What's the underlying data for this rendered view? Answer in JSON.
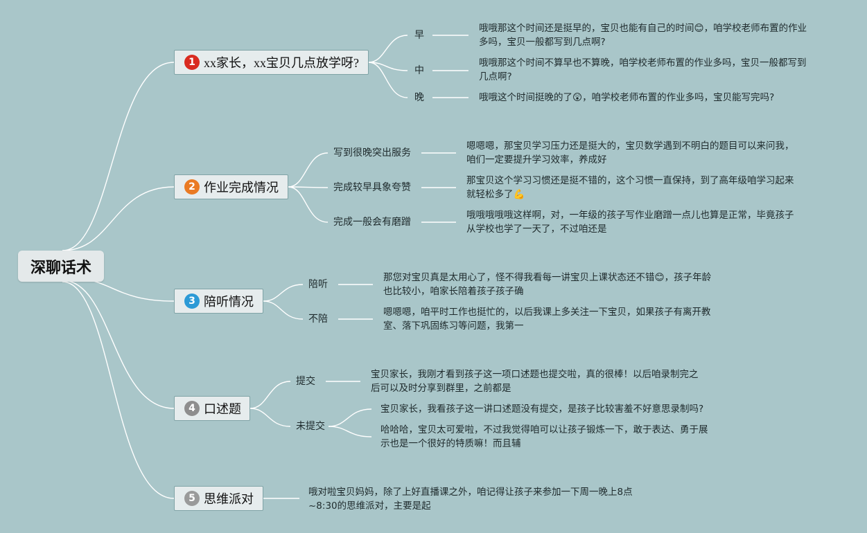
{
  "root": {
    "label": "深聊话术"
  },
  "colors": {
    "background": "#a9c6c9",
    "line": "#ffffff",
    "badge1": "#d92b20",
    "badge2": "#ea7a23",
    "badge3": "#2c9ad6",
    "badge4": "#8e8e8e",
    "badge5": "#9a9a9a"
  },
  "topics": [
    {
      "number": "1",
      "label": "xx家长，xx宝贝几点放学呀?",
      "children": [
        {
          "label": "早",
          "text": [
            "哦哦那这个时间还是挺早的，宝贝也能有自己的时间😊，咱学校老师布置的作业",
            "多吗，宝贝一般都写到几点啊?"
          ]
        },
        {
          "label": "中",
          "text": [
            "哦哦那这个时间不算早也不算晚，咱学校老师布置的作业多吗，宝贝一般都写到",
            "几点啊?"
          ]
        },
        {
          "label": "晚",
          "text": [
            "哦哦这个时间挺晚的了😲，咱学校老师布置的作业多吗，宝贝能写完吗?"
          ]
        }
      ]
    },
    {
      "number": "2",
      "label": "作业完成情况",
      "children": [
        {
          "label": "写到很晚突出服务",
          "text": [
            "嗯嗯嗯，那宝贝学习压力还是挺大的，宝贝数学遇到不明白的题目可以来问我，",
            "咱们一定要提升学习效率，养成好"
          ]
        },
        {
          "label": "完成较早具象夸赞",
          "text": [
            "那宝贝这个学习习惯还是挺不错的，这个习惯一直保持，到了高年级咱学习起来",
            "就轻松多了💪"
          ]
        },
        {
          "label": "完成一般会有磨蹭",
          "text": [
            "哦哦哦哦哦这样啊，对，一年级的孩子写作业磨蹭一点儿也算是正常，毕竟孩子",
            "从学校也学了一天了，不过咱还是"
          ]
        }
      ]
    },
    {
      "number": "3",
      "label": "陪听情况",
      "children": [
        {
          "label": "陪听",
          "text": [
            "那您对宝贝真是太用心了，怪不得我看每一讲宝贝上课状态还不错😊，孩子年龄",
            "也比较小，咱家长陪着孩子孩子确"
          ]
        },
        {
          "label": "不陪",
          "text": [
            "嗯嗯嗯，咱平时工作也挺忙的，以后我课上多关注一下宝贝，如果孩子有离开教",
            "室、落下巩固练习等问题，我第一"
          ]
        }
      ]
    },
    {
      "number": "4",
      "label": "口述题",
      "children": [
        {
          "label": "提交",
          "text": [
            "宝贝家长，我刚才看到孩子这一项口述题也提交啦，真的很棒！以后咱录制完之",
            "后可以及时分享到群里，之前都是"
          ]
        },
        {
          "label": "未提交",
          "texts": [
            [
              "宝贝家长，我看孩子这一讲口述题没有提交，是孩子比较害羞不好意思录制吗?"
            ],
            [
              "哈哈哈，宝贝太可爱啦，不过我觉得咱可以让孩子锻炼一下，敢于表达、勇于展",
              "示也是一个很好的特质嘛！而且辅"
            ]
          ]
        }
      ]
    },
    {
      "number": "5",
      "label": "思维派对",
      "text": [
        "哦对啦宝贝妈妈，除了上好直播课之外，咱记得让孩子来参加一下周一晚上8点",
        "~8:30的思维派对，主要是起"
      ]
    }
  ]
}
